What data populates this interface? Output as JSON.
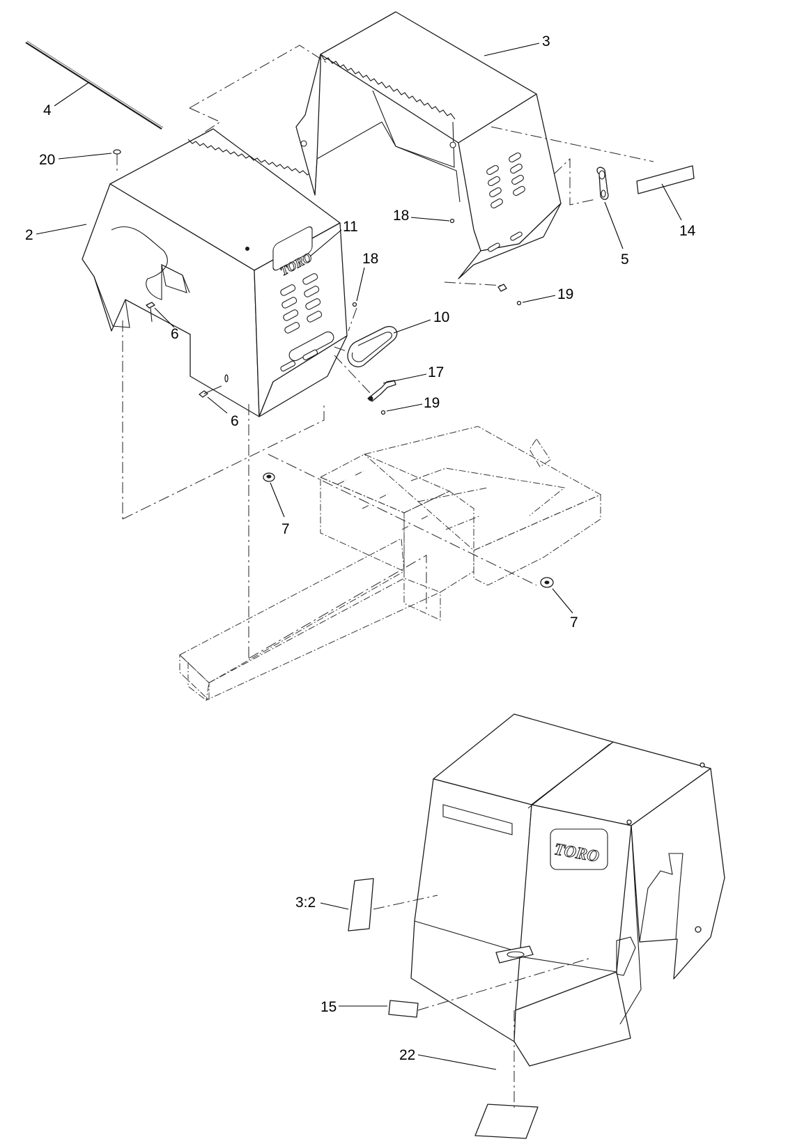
{
  "logo": {
    "brand_text": "TORO"
  },
  "callouts": [
    {
      "id": "c3",
      "label": "3"
    },
    {
      "id": "c4",
      "label": "4"
    },
    {
      "id": "c20",
      "label": "20"
    },
    {
      "id": "c2",
      "label": "2"
    },
    {
      "id": "c11",
      "label": "11"
    },
    {
      "id": "c18a",
      "label": "18"
    },
    {
      "id": "c18b",
      "label": "18"
    },
    {
      "id": "c14",
      "label": "14"
    },
    {
      "id": "c5",
      "label": "5"
    },
    {
      "id": "c19a",
      "label": "19"
    },
    {
      "id": "c10",
      "label": "10"
    },
    {
      "id": "c6a",
      "label": "6"
    },
    {
      "id": "c6b",
      "label": "6"
    },
    {
      "id": "c17",
      "label": "17"
    },
    {
      "id": "c19b",
      "label": "19"
    },
    {
      "id": "c7a",
      "label": "7"
    },
    {
      "id": "c7b",
      "label": "7"
    },
    {
      "id": "c32",
      "label": "3:2"
    },
    {
      "id": "c15",
      "label": "15"
    },
    {
      "id": "c22",
      "label": "22"
    }
  ]
}
